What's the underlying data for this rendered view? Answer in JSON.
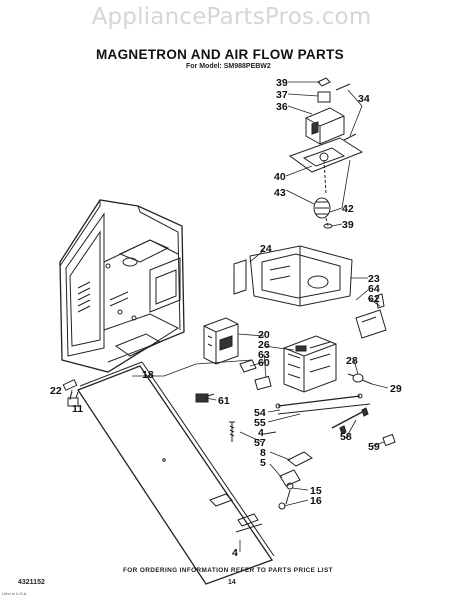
{
  "watermark": "AppliancePartsPros.com",
  "title": "MAGNETRON AND AIR FLOW PARTS",
  "subtitle": "For Model: SM988PEBW2",
  "footer_note": "FOR ORDERING INFORMATION REFER TO PARTS PRICE LIST",
  "doc_number": "4321152",
  "page_number": "14",
  "fine_print_left": "Litho in U.S.A.",
  "fine_print_right": "",
  "callouts": {
    "c39a": "39",
    "c37": "37",
    "c36": "36",
    "c34": "34",
    "c40": "40",
    "c43": "43",
    "c42": "42",
    "c39b": "39",
    "c24": "24",
    "c23": "23",
    "c64": "64",
    "c62": "62",
    "c20": "20",
    "c26": "26",
    "c63": "63",
    "c60": "60",
    "c28": "28",
    "c18": "18",
    "c61": "61",
    "c29": "29",
    "c22": "22",
    "c11": "11",
    "c54": "54",
    "c55": "55",
    "c4a": "4",
    "c57": "57",
    "c58": "58",
    "c8": "8",
    "c5": "5",
    "c59": "59",
    "c15": "15",
    "c16": "16",
    "c4b": "4"
  }
}
